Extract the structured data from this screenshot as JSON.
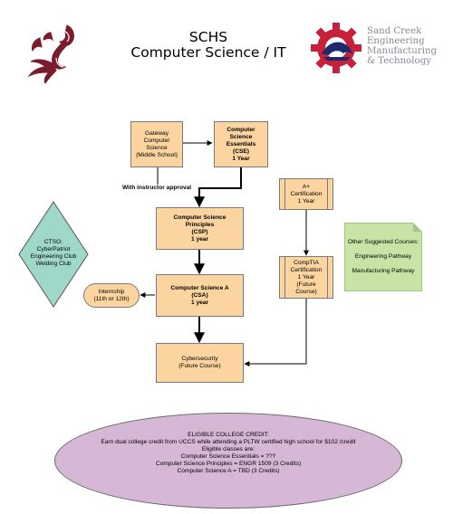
{
  "header": {
    "title_line1": "SCHS",
    "title_line2": "Computer Science / IT",
    "brand_line1": "Sand Creek",
    "brand_line2": "Engineering",
    "brand_line3": "Manufacturing",
    "brand_line4": "& Technology"
  },
  "colors": {
    "course_box": "#fbd49f",
    "ctso_diamond": "#9fd8c9",
    "note": "#c7e4a6",
    "credit_ellipse": "#d6b8d6",
    "logo_maroon": "#7a1c2c",
    "gear_red": "#c8203a"
  },
  "icons": [
    "scorpion-logo-icon",
    "gear-logo-icon"
  ],
  "nodes": {
    "gateway": [
      "Gateway",
      "Computer Science",
      "(Middle School)"
    ],
    "cse": [
      "Computer",
      "Science",
      "Essentials",
      "(CSE)",
      "1 Year"
    ],
    "approval": "With instructor approval",
    "csp": [
      "Computer Science Principles",
      "(CSP)",
      "1 year"
    ],
    "csa": [
      "Computer Science A",
      "(CSA)",
      "1 year"
    ],
    "cyber": [
      "Cybersecurity",
      "(Future Course)"
    ],
    "aplus": [
      "A+",
      "Certification",
      "1 Year"
    ],
    "comptia": [
      "CompTIA",
      "Certification",
      "1 Year",
      "(Future",
      "Course)"
    ],
    "internship": [
      "Internship",
      "(11th or 12th)"
    ],
    "ctso": [
      "CTSO:",
      "CyberPatriot",
      "Engineering Club",
      "Welding Club"
    ]
  },
  "note": {
    "title": "Other Suggested Courses:",
    "items": [
      "Engineering Pathway",
      "Manufacturing Pathway"
    ]
  },
  "credit": {
    "lines": [
      "ELIGIBLE COLLEGE CREDIT:",
      "Earn dual college credit from UCCS while attending a PLTW certified high school for $102 /credit",
      "Eligible classes are:",
      "Computer Science Essentials  =  ???",
      "Computer Science Principles  = ENGR 1509 (3 Credits)",
      "Computer Science A = TBD (3 Credits)"
    ]
  }
}
